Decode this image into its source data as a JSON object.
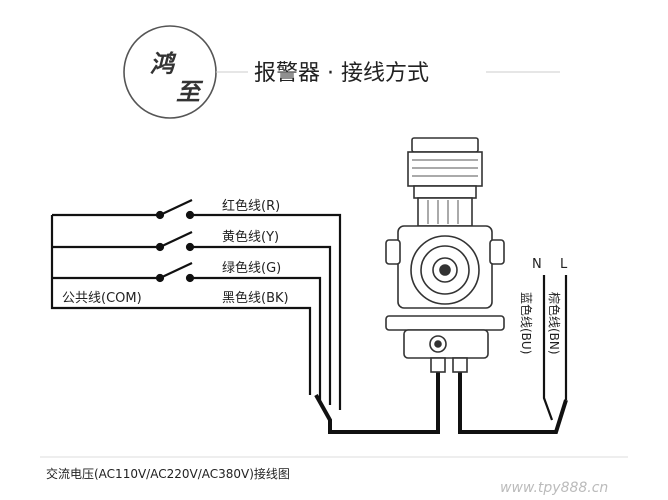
{
  "header": {
    "seal_char_1": "鸿",
    "seal_char_2": "至",
    "title": "报警器 · 接线方式"
  },
  "wires": {
    "red": "红色线(R)",
    "yellow": "黄色线(Y)",
    "green": "绿色线(G)",
    "black": "黑色线(BK)",
    "common": "公共线(COM)"
  },
  "power": {
    "n": "N",
    "l": "L",
    "blue": "蓝色线(BU)",
    "brown": "棕色线(BN)"
  },
  "caption": "交流电压(AC110V/AC220V/AC380V)接线图",
  "watermark": "www.tpy888.cn",
  "colors": {
    "line": "#111111",
    "device": "#333333",
    "rule": "#cccccc"
  }
}
